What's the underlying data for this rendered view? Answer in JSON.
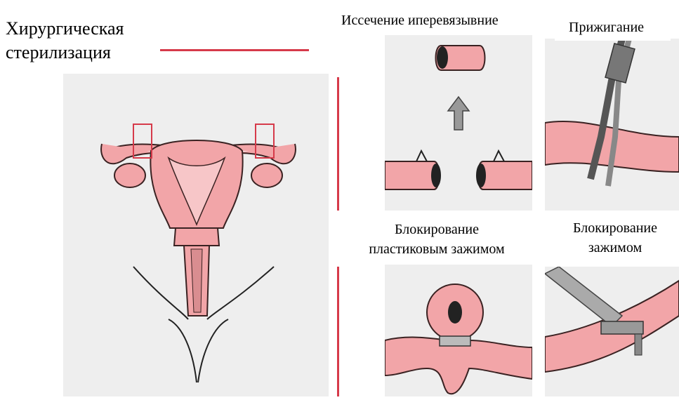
{
  "page": {
    "title_line1": "Хирургическая",
    "title_line2": "стерилизация"
  },
  "labels": {
    "excision": "Иссечение иперевязывние",
    "cautery": "Прижигание",
    "plastic_clip_line1": "Блокирование",
    "plastic_clip_line2": "пластиковым зажимом",
    "clamp_line1": "Блокирование",
    "clamp_line2": "зажимом"
  },
  "colors": {
    "tissue": "#f2a5a8",
    "tissue_outline": "#3a2222",
    "accent_red": "#d63a4a",
    "panel_bg": "#eeeeee",
    "instrument": "#9a9a9a"
  },
  "icons": [
    "arrow-up-icon",
    "forceps-icon",
    "clamp-icon",
    "plastic-ring-icon"
  ]
}
